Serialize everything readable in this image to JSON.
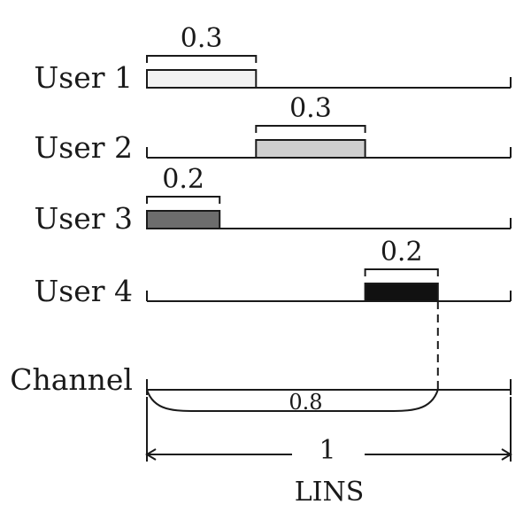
{
  "users": [
    {
      "label": "User 1",
      "start": 0.0,
      "duration": 0.3,
      "duration_label": "0.3",
      "color": "#f2f2f2"
    },
    {
      "label": "User 2",
      "start": 0.3,
      "duration": 0.3,
      "duration_label": "0.3",
      "color": "#cfcfcf"
    },
    {
      "label": "User 3",
      "start": 0.0,
      "duration": 0.2,
      "duration_label": "0.2",
      "color": "#6d6d6d"
    },
    {
      "label": "User 4",
      "start": 0.6,
      "duration": 0.2,
      "duration_label": "0.2",
      "color": "#111111"
    }
  ],
  "channel": {
    "label": "Channel",
    "occupied": 0.8,
    "occupied_label": "0.8",
    "total": 1,
    "total_label": "1"
  },
  "caption": "LINS"
}
